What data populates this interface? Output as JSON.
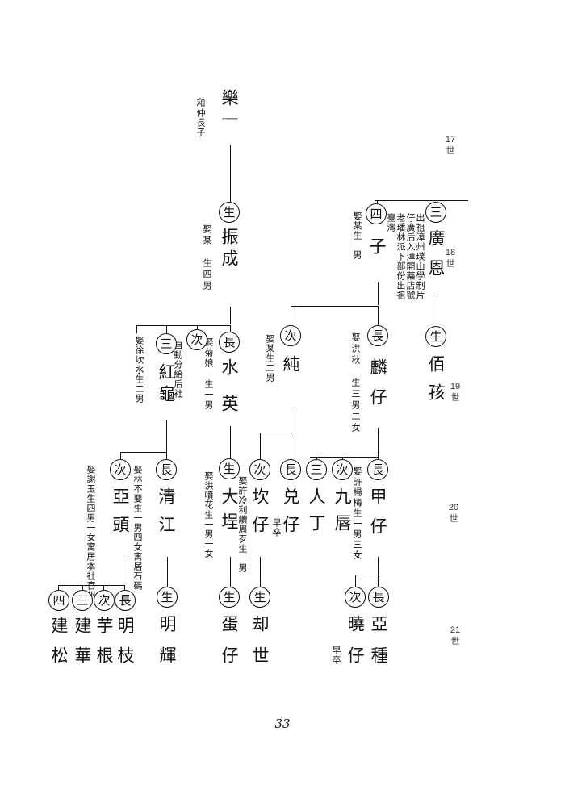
{
  "generations": [
    {
      "num": "17",
      "unit": "世"
    },
    {
      "num": "18",
      "unit": "世"
    },
    {
      "num": "19",
      "unit": "世"
    },
    {
      "num": "20",
      "unit": "世"
    },
    {
      "num": "21",
      "unit": "世"
    }
  ],
  "page_number": "33",
  "people": {
    "le_yi": {
      "name": "樂一",
      "note": "和仲長子"
    },
    "zhen_cheng": {
      "rank": "生",
      "name": "振成",
      "note": "娶某　生四男"
    },
    "guang_en": {
      "rank": "三",
      "name": "廣恩",
      "note": "出祖漳州璞山學制片仔廣后入漳開藥店號老璠林派下部份出祖臺灣"
    },
    "si_zi": {
      "rank": "四",
      "name": "子",
      "note": "娶某生一男"
    },
    "bo_hai": {
      "rank": "生",
      "name": "佰孩"
    },
    "shui_ying": {
      "rank": "長",
      "name": "水英",
      "note": "娶菊娘　生一男"
    },
    "ci_19": {
      "rank": "次",
      "note": "自動分給后社"
    },
    "hong_gui": {
      "rank": "三",
      "name": "紅龜",
      "note": "娶徐坎水生二男"
    },
    "chun": {
      "rank": "次",
      "name": "純",
      "note": "娶某生二男"
    },
    "lin_zai": {
      "rank": "長",
      "name": "麟仔",
      "note": "娶洪秋　生三男二女"
    },
    "qing_jiang": {
      "rank": "長",
      "name": "清江",
      "note": "娶林不要生一男四女寓居石碼"
    },
    "ya_tou": {
      "rank": "次",
      "name": "亞頭",
      "note": "娶謝玉生四男一女寓居本社官州"
    },
    "da_cheng": {
      "rank": "生",
      "name": "大埕",
      "note": "娶洪噴花生一男一女"
    },
    "kan_zai": {
      "rank": "次",
      "name": "坎仔",
      "note": "娶許冷利續周歹生一男"
    },
    "dui_zai": {
      "rank": "長",
      "name": "兑仔",
      "note": "早卒"
    },
    "ren_ding": {
      "rank": "三",
      "name": "人丁"
    },
    "jiu_chun": {
      "rank": "次",
      "name": "九唇"
    },
    "jia_zai": {
      "rank": "長",
      "name": "甲仔",
      "note": "娶許楊梅生一男三女"
    },
    "jian_song": {
      "rank": "四",
      "name": "建松"
    },
    "jian_hua": {
      "rank": "三",
      "name": "建華"
    },
    "yu_gen": {
      "rank": "次",
      "name": "芋根"
    },
    "ming_zhi": {
      "rank": "長",
      "name": "明枝"
    },
    "ming_hui": {
      "rank": "生",
      "name": "明輝"
    },
    "dan_zai": {
      "rank": "生",
      "name": "蛋仔"
    },
    "que_shi": {
      "rank": "生",
      "name": "却世"
    },
    "xiao_zai": {
      "rank": "次",
      "name": "曉仔",
      "note": "早卒"
    },
    "ya_zhong": {
      "rank": "長",
      "name": "亞種"
    }
  }
}
